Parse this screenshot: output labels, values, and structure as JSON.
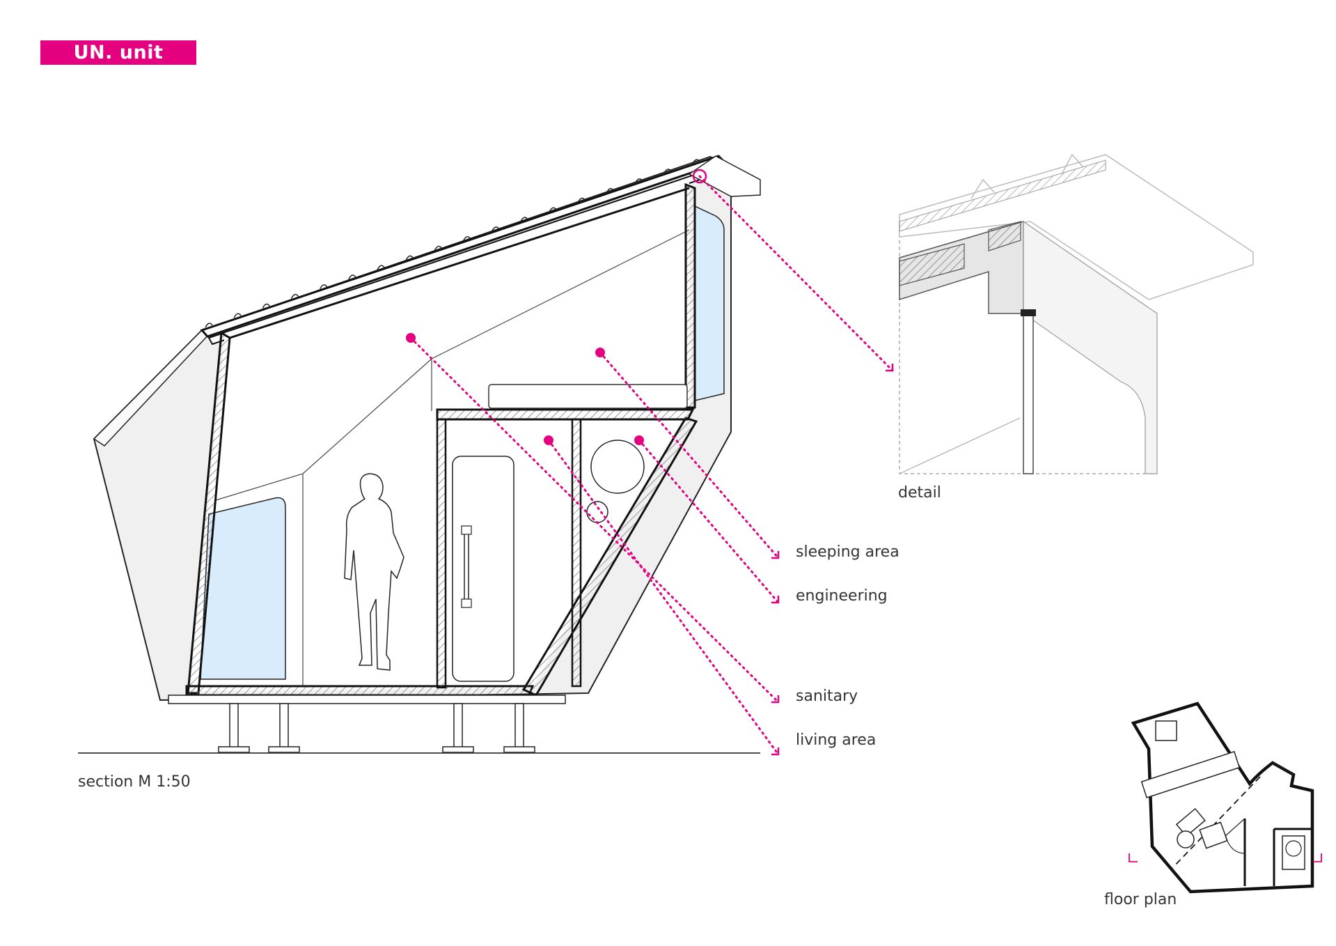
{
  "title": "UN. unit",
  "labels": {
    "sleeping": "sleeping area",
    "engineering": "engineering",
    "sanitary": "sanitary",
    "living": "living area",
    "detail": "detail",
    "section": "section M 1:50",
    "floor_plan": "floor plan"
  },
  "colors": {
    "accent": "#e4007f",
    "glass": "#d9ecfb",
    "shell": "#f0f0f0",
    "line": "#111111"
  }
}
